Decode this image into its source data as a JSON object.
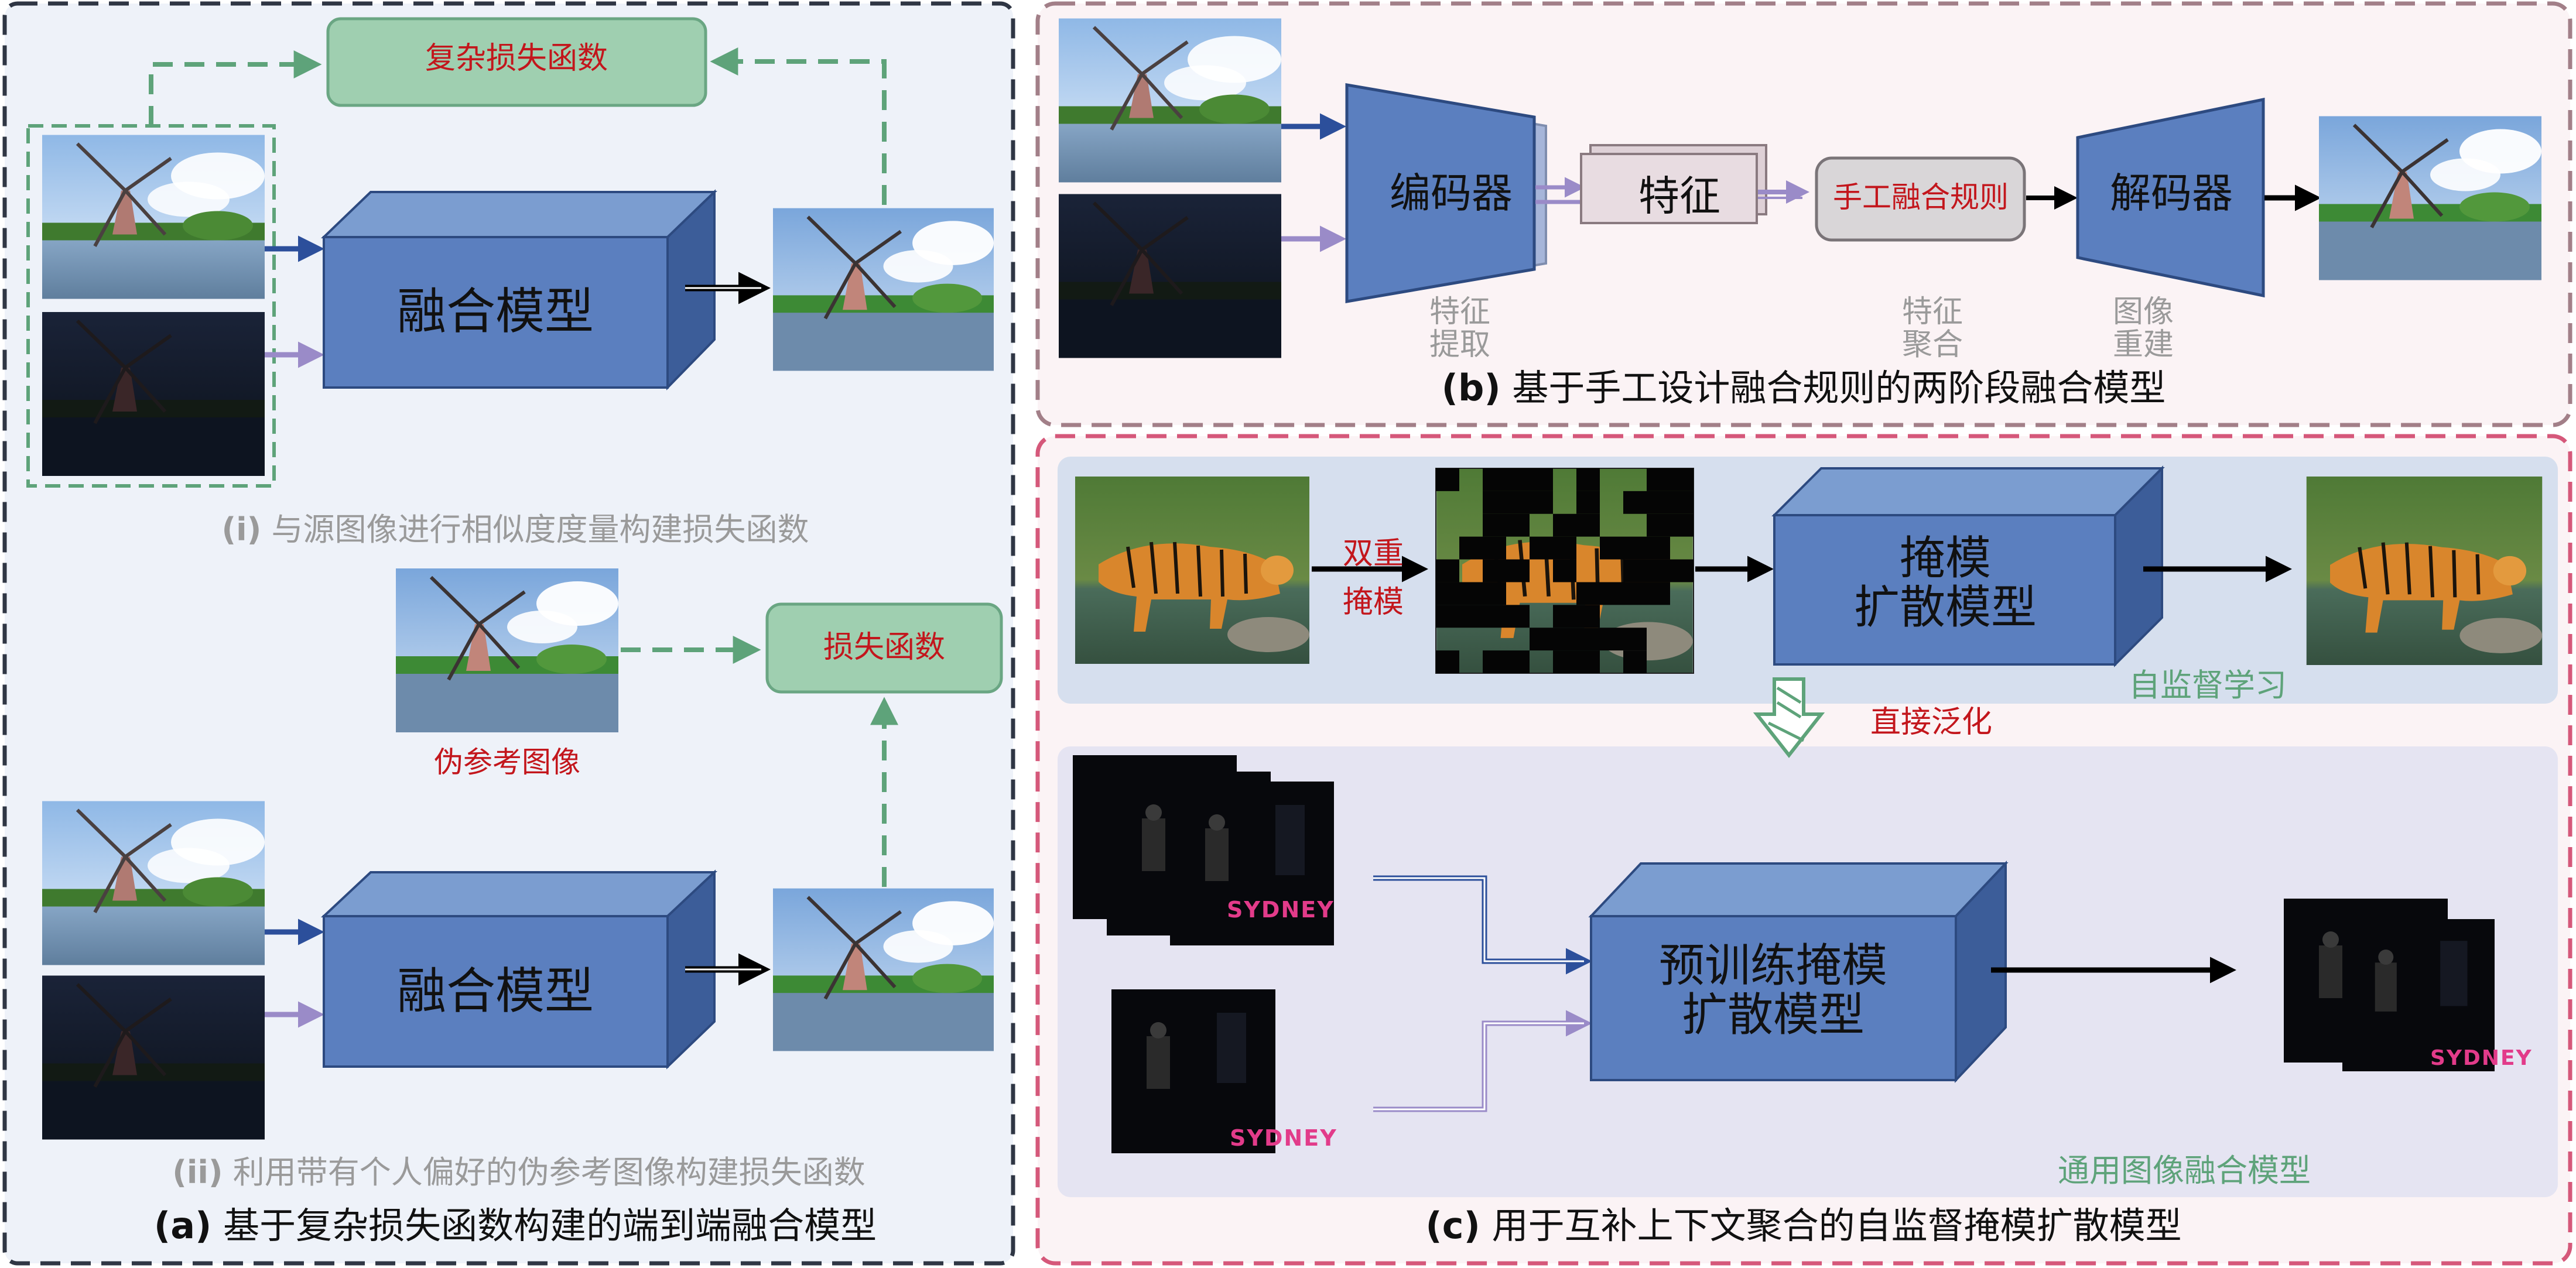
{
  "panel_a": {
    "loss_complex": "复杂损失函数",
    "fusion_model_1": "融合模型",
    "caption_i_roman": "(i)",
    "caption_i_text": "与源图像进行相似度度量构建损失函数",
    "pseudo_ref": "伪参考图像",
    "loss_function": "损失函数",
    "fusion_model_2": "融合模型",
    "caption_ii_roman": "(ii)",
    "caption_ii_text": "利用带有个人偏好的伪参考图像构建损失函数",
    "caption_a_letter": "(a)",
    "caption_a_text": "基于复杂损失函数构建的端到端融合模型"
  },
  "panel_b": {
    "encoder": "编码器",
    "feature": "特征",
    "rule": "手工融合规则",
    "decoder": "解码器",
    "stage1_line1": "特征",
    "stage1_line2": "提取",
    "stage2_line1": "特征",
    "stage2_line2": "聚合",
    "stage3_line1": "图像",
    "stage3_line2": "重建",
    "caption_b_letter": "(b)",
    "caption_b_text": "基于手工设计融合规则的两阶段融合模型"
  },
  "panel_c": {
    "dual_line1": "双重",
    "dual_line2": "掩模",
    "mask_model_line1": "掩模",
    "mask_model_line2": "扩散模型",
    "self_supervised": "自监督学习",
    "direct_generalize": "直接泛化",
    "pretrained_line1": "预训练掩模",
    "pretrained_line2": "扩散模型",
    "universal": "通用图像融合模型",
    "caption_c_letter": "(c)",
    "caption_c_text": "用于互补上下文聚合的自监督掩模扩散模型",
    "logo_text": "SYDNEY"
  },
  "colors": {
    "box_front": "#5b7fbf",
    "box_top": "#7b9dd0",
    "box_side": "#3c5d99",
    "loss_green": "#9fcfb0",
    "panel_a_bg": "#eef2f9",
    "panel_b_bg": "#fbf3f5",
    "selfsup_bg": "#d6dfee",
    "universal_bg": "#e5e4f2",
    "arrow_blue": "#2c4f9b",
    "arrow_purple": "#9a8bc8",
    "accent_red": "#c3161c",
    "accent_green": "#5ea37a"
  }
}
